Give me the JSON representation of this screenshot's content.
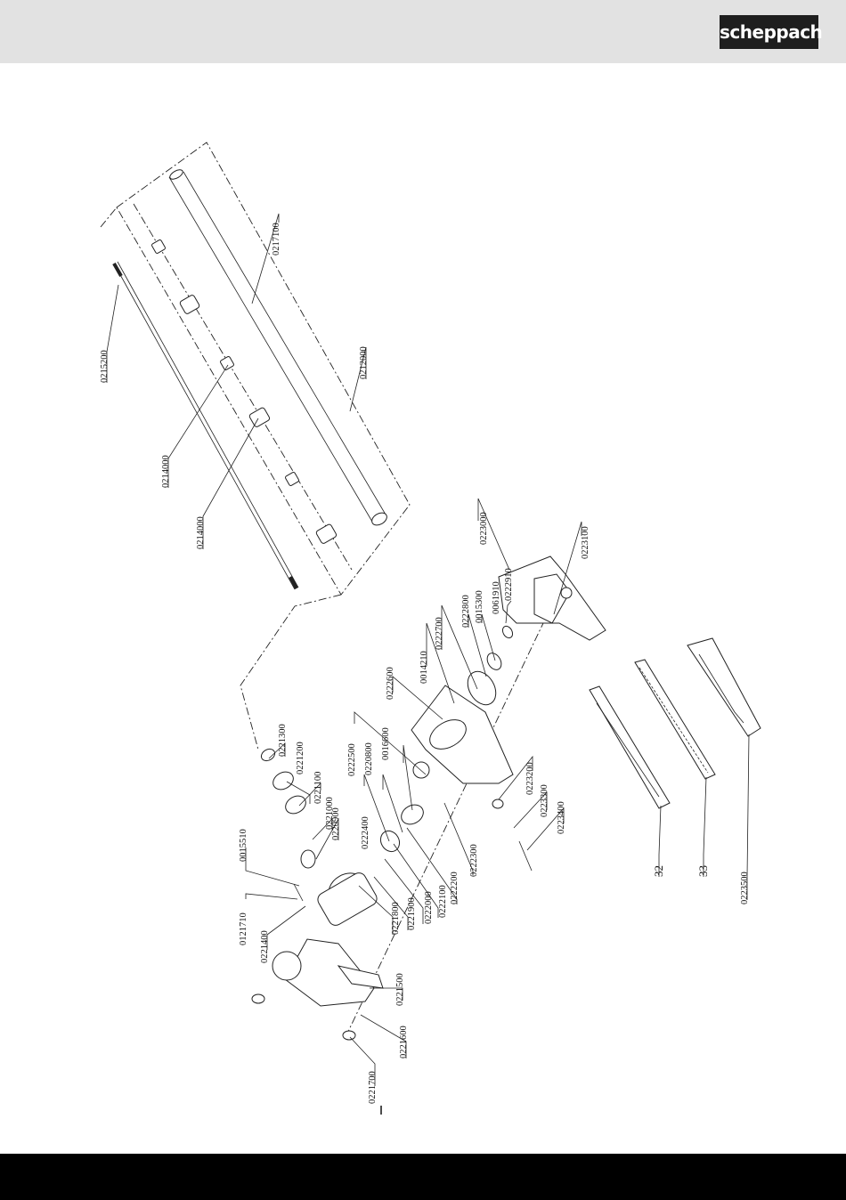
{
  "header": {
    "brand": "scheppach"
  },
  "parts": [
    "0215200",
    "0214000",
    "0214000",
    "0212000",
    "0217100",
    "0223000",
    "0223100",
    "0222910",
    "0061910",
    "0015300",
    "0222800",
    "0222700",
    "0014210",
    "0222600",
    "0016600",
    "0220800",
    "0222500",
    "0222400",
    "0220900",
    "0221300",
    "0221200",
    "0221100",
    "0221000",
    "0015510",
    "0121710",
    "0221400",
    "0221800",
    "0221900",
    "0222000",
    "0222100",
    "0222200",
    "0222300",
    "0223200",
    "0223300",
    "0223400",
    "0221500",
    "0221600",
    "0221700",
    "32",
    "33",
    "0223500"
  ]
}
